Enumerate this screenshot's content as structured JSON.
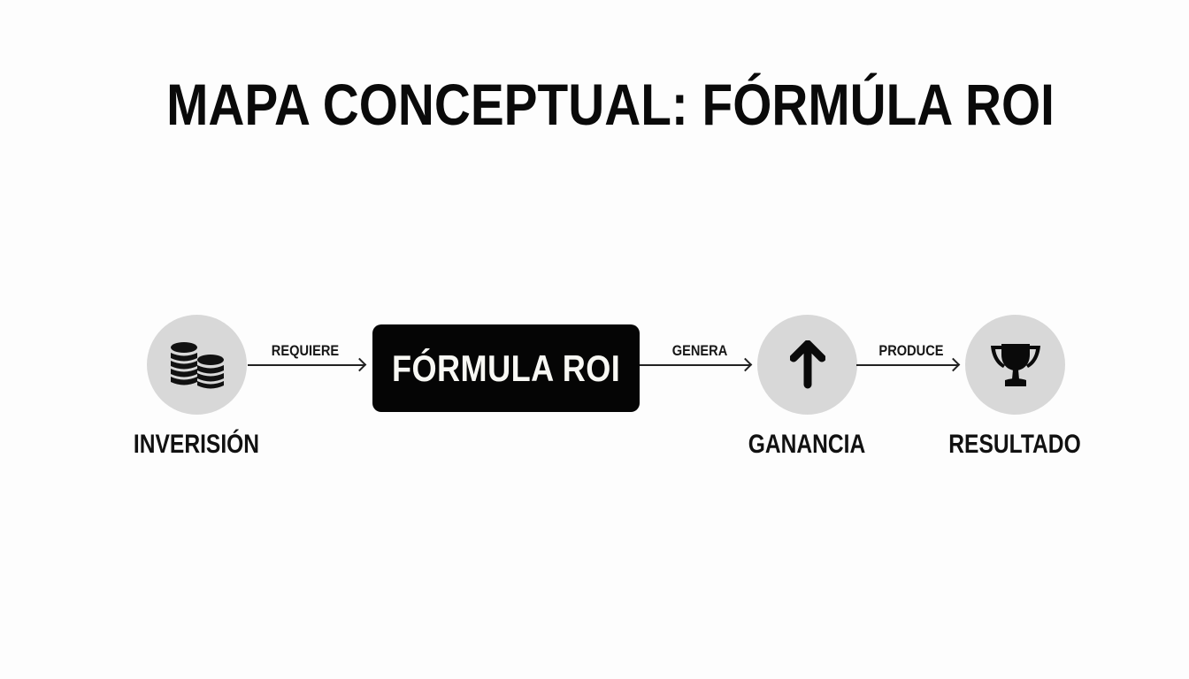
{
  "title": "MAPA CONCEPTUAL: FÓRMÚLA ROI",
  "colors": {
    "background": "#fdfdfd",
    "circle_fill": "#d8d8d8",
    "box_fill": "#050505",
    "box_text": "#f8f8f4",
    "text": "#111111"
  },
  "nodes": [
    {
      "id": "inversion",
      "label": "INVERISIÓN",
      "icon": "coins-stack-icon"
    },
    {
      "id": "formula",
      "label": "FÓRMULA ROI",
      "icon": null
    },
    {
      "id": "ganancia",
      "label": "GANANCIA",
      "icon": "arrow-up-icon"
    },
    {
      "id": "resultado",
      "label": "RESULTADO",
      "icon": "trophy-icon"
    }
  ],
  "edges": [
    {
      "from": "inversion",
      "to": "formula",
      "label": "REQUIERE"
    },
    {
      "from": "formula",
      "to": "ganancia",
      "label": "GENERA"
    },
    {
      "from": "ganancia",
      "to": "resultado",
      "label": "PRODUCE"
    }
  ]
}
